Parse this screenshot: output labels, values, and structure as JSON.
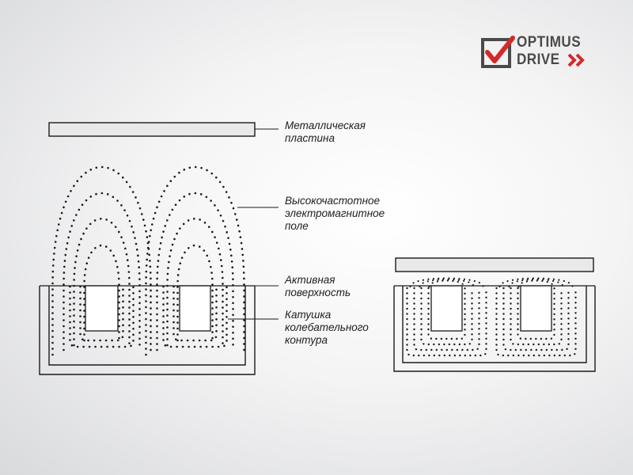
{
  "labels": {
    "plate": [
      "Металлическая",
      "пластина"
    ],
    "field": [
      "Высокочастотное",
      "электромагнитное",
      "поле"
    ],
    "surface": [
      "Активная",
      "поверхность"
    ],
    "coil": [
      "Катушка",
      "колебательного",
      "контура"
    ]
  },
  "logo": {
    "line1": "OPTIMUS",
    "line2": "DRIVE",
    "accent_color": "#d42a2a",
    "text_color": "#4a4a4a",
    "icon": "checkmark-box-icon",
    "arrow_icon": "double-chevron-right-icon"
  },
  "colors": {
    "stroke": "#1a1a1a",
    "dots": "#1a1a1a",
    "plate_fill": "#e9e9ea"
  }
}
